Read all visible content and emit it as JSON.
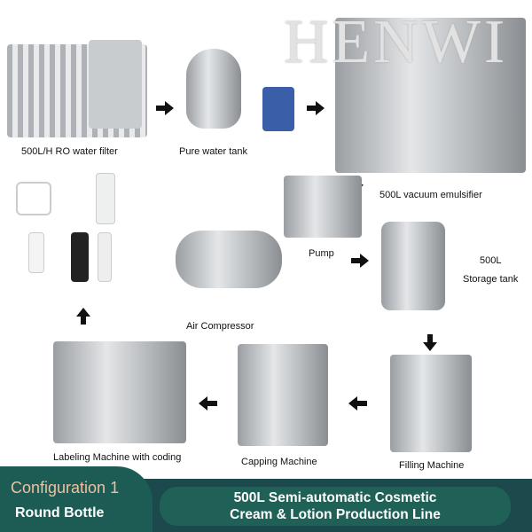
{
  "watermark": "HENWI",
  "steps": {
    "ro_filter": "500L/H RO water filter",
    "pure_tank": "Pure water tank",
    "emulsifier": "500L vacuum emulsifier",
    "pump": "Pump",
    "storage_a": "500L",
    "storage_b": "Storage tank",
    "compressor": "Air Compressor",
    "filling": "Filling Machine",
    "capping": "Capping Machine",
    "labeling": "Labeling Machine with coding"
  },
  "footer": {
    "config": "Configuration 1",
    "bottle": "Round Bottle",
    "title_line1": "500L Semi-automatic Cosmetic",
    "title_line2": "Cream & Lotion Production Line"
  },
  "colors": {
    "footer_bg": "#1c4a4c",
    "tab": "#1d5c55",
    "pill": "#1f6157",
    "config_text": "#f0c0a0"
  }
}
